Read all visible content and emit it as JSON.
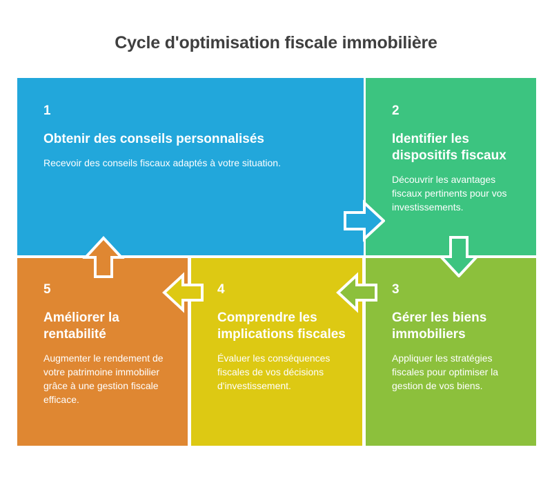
{
  "title": "Cycle d'optimisation fiscale immobilière",
  "colors": {
    "title_text": "#3f3f3f",
    "background": "#ffffff",
    "step1_blue": "#22a7db",
    "step2_green": "#3cc480",
    "step3_lightgreen": "#8cc03c",
    "step4_yellow": "#ddc913",
    "step5_orange": "#df8732",
    "panel_text": "#ffffff",
    "arrow_outline": "#ffffff"
  },
  "steps": [
    {
      "number": "1",
      "heading": "Obtenir des conseils personnalisés",
      "description": "Recevoir des conseils fiscaux adaptés à votre situation.",
      "color": "#22a7db"
    },
    {
      "number": "2",
      "heading": "Identifier les dispositifs fiscaux",
      "description": "Découvrir les avantages fiscaux pertinents pour vos investissements.",
      "color": "#3cc480"
    },
    {
      "number": "3",
      "heading": "Gérer les biens immobiliers",
      "description": "Appliquer les stratégies fiscales pour optimiser la gestion de vos biens.",
      "color": "#8cc03c"
    },
    {
      "number": "4",
      "heading": "Comprendre les implications fiscales",
      "description": "Évaluer les conséquences fiscales de vos décisions d'investissement.",
      "color": "#ddc913"
    },
    {
      "number": "5",
      "heading": "Améliorer la rentabilité",
      "description": "Augmenter le rendement de votre patrimoine immobilier grâce à une gestion fiscale efficace.",
      "color": "#df8732"
    }
  ],
  "arrows": [
    {
      "name": "arrow-step1-to-step2",
      "direction": "right",
      "color": "#22a7db"
    },
    {
      "name": "arrow-step2-to-step3",
      "direction": "down",
      "color": "#3cc480"
    },
    {
      "name": "arrow-step3-to-step4",
      "direction": "left",
      "color": "#8cc03c"
    },
    {
      "name": "arrow-step4-to-step5",
      "direction": "left",
      "color": "#ddc913"
    },
    {
      "name": "arrow-step5-to-step1",
      "direction": "up",
      "color": "#df8732"
    }
  ]
}
